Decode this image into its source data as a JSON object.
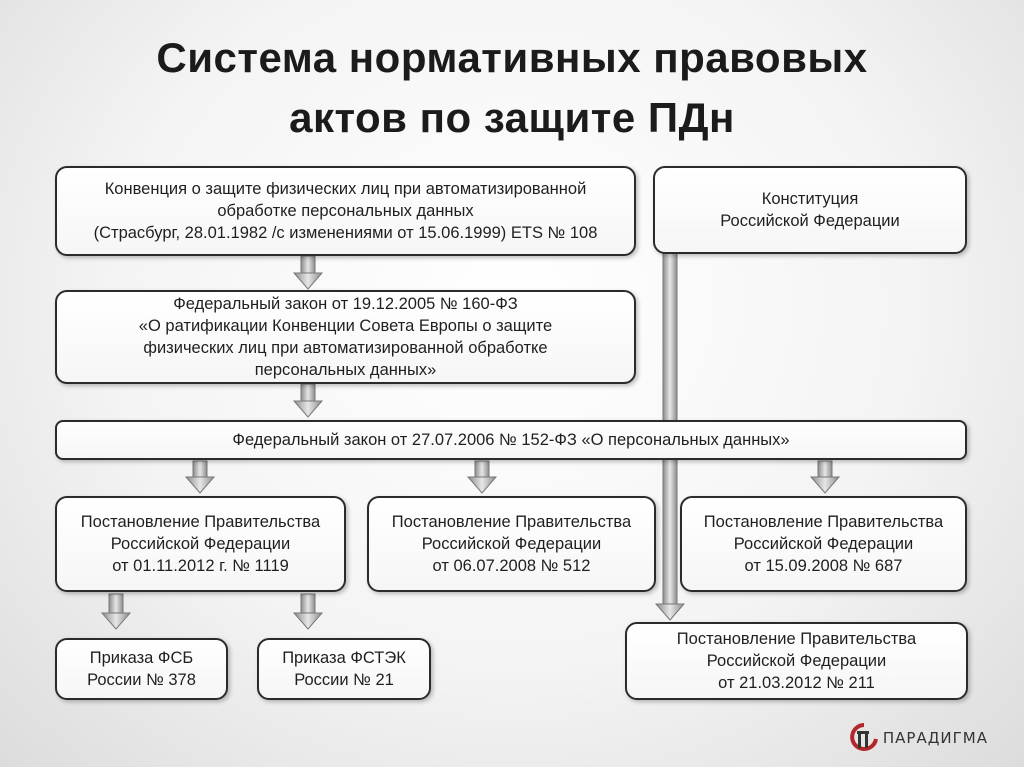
{
  "title": {
    "line1": "Система нормативных правовых",
    "line2": "актов по защите ПДн"
  },
  "boxes": {
    "convention": {
      "line1": "Конвенция о защите физических лиц при автоматизированной",
      "line2": "обработке персональных данных",
      "line3": "(Страсбург, 28.01.1982 /с изменениями от 15.06.1999) ETS № 108"
    },
    "constitution": {
      "line1": "Конституция",
      "line2": "Российской Федерации"
    },
    "law160": {
      "line1": "Федеральный закон от 19.12.2005 № 160-ФЗ",
      "line2": "«О ратификации Конвенции Совета Европы о защите",
      "line3": "физических лиц при автоматизированной обработке",
      "line4": "персональных данных»"
    },
    "law152": {
      "line1": "Федеральный закон от 27.07.2006 № 152-ФЗ «О персональных данных»"
    },
    "decree1119": {
      "line1": "Постановление Правительства",
      "line2": "Российской Федерации",
      "line3": "от 01.11.2012 г. № 1119"
    },
    "decree512": {
      "line1": "Постановление Правительства",
      "line2": "Российской Федерации",
      "line3": "от 06.07.2008 № 512"
    },
    "decree687": {
      "line1": "Постановление Правительства",
      "line2": "Российской Федерации",
      "line3": "от 15.09.2008 № 687"
    },
    "fsb": {
      "line1": "Приказа ФСБ",
      "line2": "России № 378"
    },
    "fstek": {
      "line1": "Приказа ФСТЭК",
      "line2": "России № 21"
    },
    "decree211": {
      "line1": "Постановление Правительства",
      "line2": "Российской Федерации",
      "line3": "от 21.03.2012 № 211"
    }
  },
  "logo": {
    "text": "ПАРАДИГМА",
    "mark_color": "#b3262a"
  },
  "colors": {
    "arrow_fill": "#a9a9a9",
    "box_border": "#2b2b2b"
  }
}
